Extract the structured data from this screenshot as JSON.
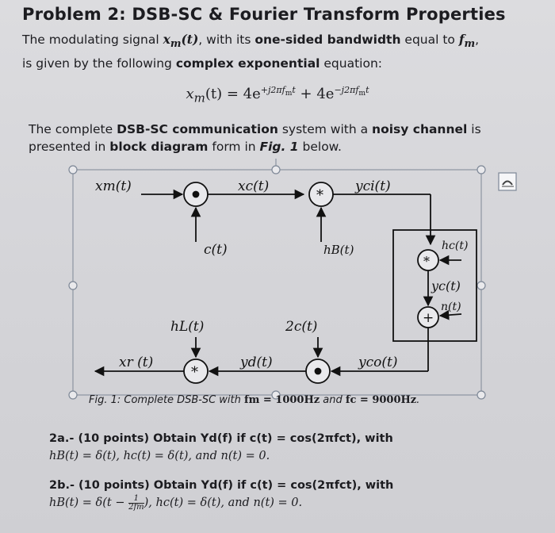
{
  "header": {
    "title": "Problem 2: DSB-SC & Fourier Transform Properties"
  },
  "intro": {
    "line1_pre": "The modulating signal ",
    "line1_sym": "x",
    "line1_sub": "m",
    "line1_arg": "(t)",
    "line1_mid": ", with its ",
    "line1_bold": "one-sided bandwidth",
    "line1_post": " equal to ",
    "line1_fm": "f",
    "line1_fm_sub": "m",
    "line1_comma": ",",
    "line2_pre": "is given by the following ",
    "line2_bold": "complex exponential",
    "line2_post": " equation:"
  },
  "equation": {
    "lhs": "x",
    "lhs_sub": "m",
    "lhs_arg": "(t) = 4e",
    "exp1": "+j2πf",
    "exp1_sub": "m",
    "exp1_t": "t",
    "plus": " + 4e",
    "exp2": "−j2πf",
    "exp2_sub": "m",
    "exp2_t": "t"
  },
  "system_text": {
    "p1": "The complete ",
    "b1": "DSB-SC communication",
    "p2": " system with a ",
    "b2": "noisy channel",
    "p3": " is",
    "p4": "presented in ",
    "b3": "block diagram",
    "p5": " form in ",
    "b4": "Fig. 1",
    "p6": " below."
  },
  "diagram": {
    "label_xm": "xm(t)",
    "label_xc": "xc(t)",
    "label_yci": "yci(t)",
    "label_c": "c(t)",
    "label_hB": "hB(t)",
    "label_hc": "hc(t)",
    "label_yc": "yc(t)",
    "label_n": "n(t)",
    "label_hL": "hL(t)",
    "label_2c": "2c(t)",
    "label_xr": "xr (t)",
    "label_yd": "yd(t)",
    "label_yco": "yco(t)",
    "op_conv": "*",
    "op_sum": "+"
  },
  "caption": {
    "pre": "Fig. 1: Complete DSB-SC with ",
    "fm": "fm = 1000Hz",
    "mid": " and ",
    "fc": "fc = 9000Hz",
    "post": "."
  },
  "questions": [
    {
      "line1": "2a.- (10 points) Obtain Yd(f) if c(t) = cos(2πfct), with",
      "line2": "hB(t) = δ(t),  hc(t) = δ(t), and n(t) = 0."
    },
    {
      "line1": "2b.- (10 points) Obtain Yd(f) if c(t) = cos(2πfct), with",
      "line2_a": "hB(t) = δ(t − ",
      "line2_frac_num": "1",
      "line2_frac_den": "2fm",
      "line2_b": "),  hc(t) = δ(t), and n(t) = 0."
    }
  ],
  "colors": {
    "line": "#111114",
    "selection": "#5a6f8c"
  }
}
